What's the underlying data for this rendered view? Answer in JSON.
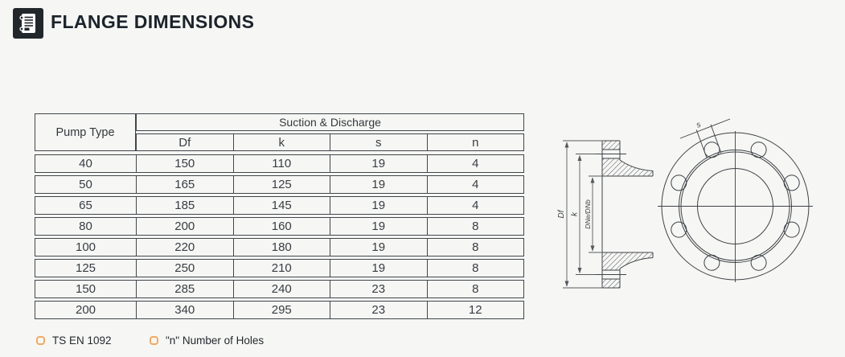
{
  "header": {
    "title": "FLANGE DIMENSIONS",
    "icon": "notebook-icon"
  },
  "table": {
    "col1_header": "Pump Type",
    "group_header": "Suction & Discharge",
    "sub_headers": [
      "Df",
      "k",
      "s",
      "n"
    ],
    "rows": [
      {
        "pump_type": "40",
        "df": "150",
        "k": "110",
        "s": "19",
        "n": "4"
      },
      {
        "pump_type": "50",
        "df": "165",
        "k": "125",
        "s": "19",
        "n": "4"
      },
      {
        "pump_type": "65",
        "df": "185",
        "k": "145",
        "s": "19",
        "n": "4"
      },
      {
        "pump_type": "80",
        "df": "200",
        "k": "160",
        "s": "19",
        "n": "8"
      },
      {
        "pump_type": "100",
        "df": "220",
        "k": "180",
        "s": "19",
        "n": "8"
      },
      {
        "pump_type": "125",
        "df": "250",
        "k": "210",
        "s": "19",
        "n": "8"
      },
      {
        "pump_type": "150",
        "df": "285",
        "k": "240",
        "s": "23",
        "n": "8"
      },
      {
        "pump_type": "200",
        "df": "340",
        "k": "295",
        "s": "23",
        "n": "12"
      }
    ]
  },
  "legend": {
    "items": [
      {
        "label": "TS EN 1092"
      },
      {
        "label": "\"n\" Number of Holes"
      }
    ]
  },
  "drawing": {
    "label_df": "Df",
    "label_k": "k",
    "label_bore": "DNe/DNb",
    "label_hole": "s"
  },
  "colors": {
    "background": "#f6f6f4",
    "line": "#3e4347",
    "title": "#1b232b",
    "icon_bg": "#22272b",
    "bullet": "#f0aa62"
  }
}
